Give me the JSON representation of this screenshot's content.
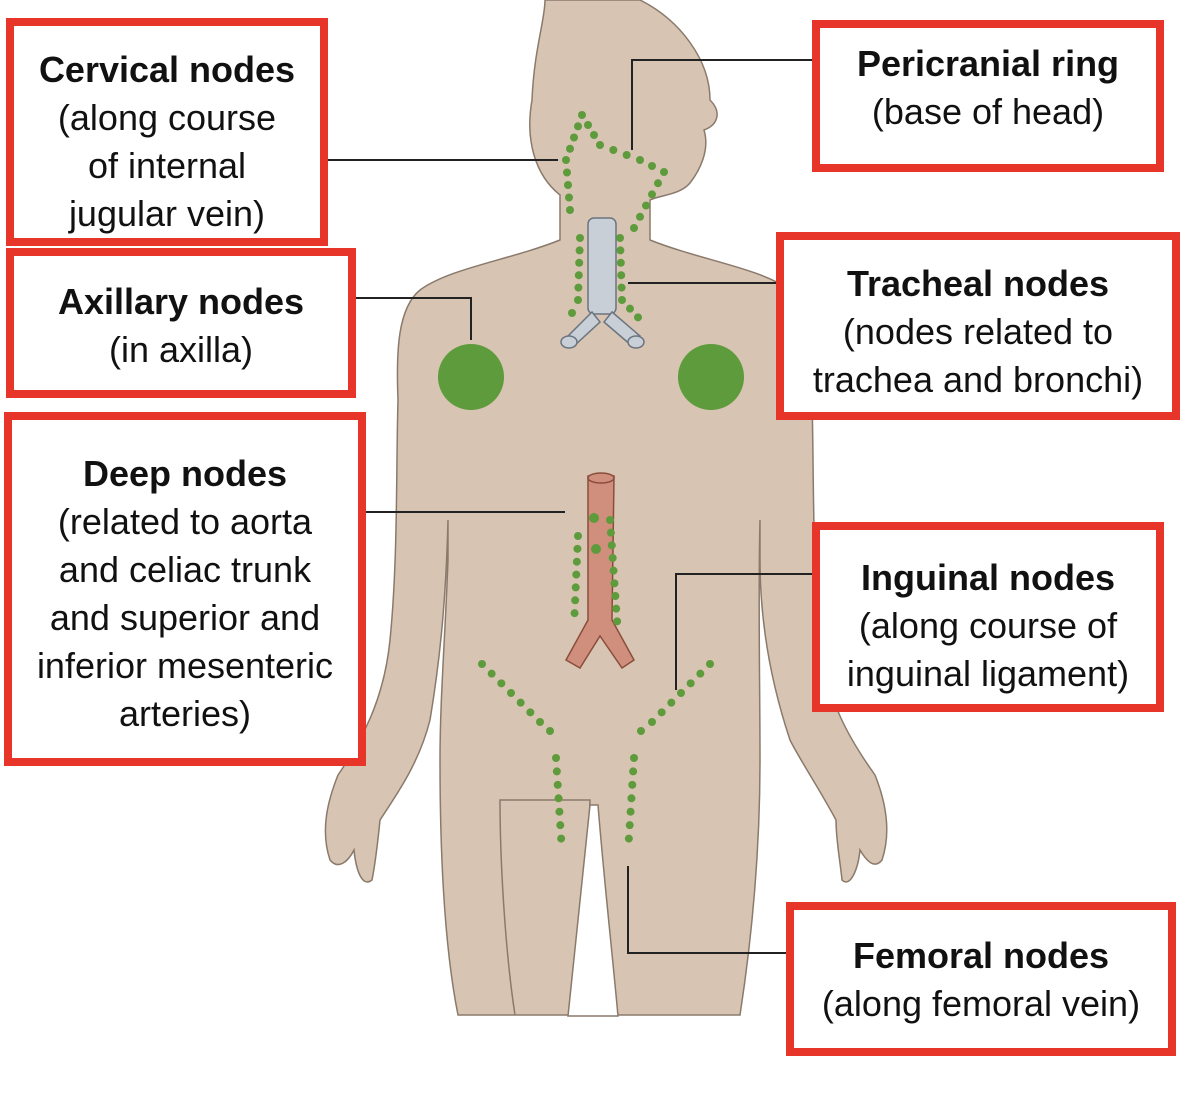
{
  "colors": {
    "body": "#d8c4b2",
    "body_outline": "#8a7a6c",
    "node": "#5e9b3c",
    "box_border": "#e8352a",
    "leader": "#222222",
    "trachea": "#c9cfd6",
    "aorta": "#cf8f7c"
  },
  "labels": {
    "cervical": {
      "title": "Cervical nodes",
      "desc": [
        "(along course",
        "of internal",
        "jugular vein)"
      ]
    },
    "pericranial": {
      "title": "Pericranial ring",
      "desc": [
        "(base of head)"
      ]
    },
    "axillary": {
      "title": "Axillary nodes",
      "desc": [
        "(in axilla)"
      ]
    },
    "tracheal": {
      "title": "Tracheal nodes",
      "desc": [
        "(nodes related to",
        "trachea and bronchi)"
      ]
    },
    "deep": {
      "title": "Deep nodes",
      "desc": [
        "(related to aorta",
        "and celiac trunk",
        "and superior and",
        "inferior mesenteric",
        "arteries)"
      ]
    },
    "inguinal": {
      "title": "Inguinal nodes",
      "desc": [
        "(along course of",
        "inguinal ligament)"
      ]
    },
    "femoral": {
      "title": "Femoral nodes",
      "desc": [
        "(along femoral vein)"
      ]
    }
  }
}
